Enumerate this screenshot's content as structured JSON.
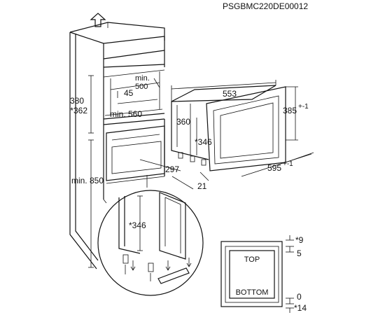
{
  "diagram": {
    "code": "PSGBMC220DE00012",
    "cabinet": {
      "height_opening": "380",
      "height_opening_alt": "*362",
      "min_width": "min. 560",
      "min_depth_a": "min.",
      "min_depth_b": "500",
      "gap": "45",
      "total_height": "min. 850"
    },
    "appliance": {
      "depth": "553",
      "height": "385",
      "height_tol": "+-1",
      "front_height": "360",
      "inner_height": "*346",
      "width": "595",
      "width_tol": "+-1",
      "bracket_offset": "297",
      "trim": "21"
    },
    "detail": {
      "inner_height": "*346"
    },
    "front_view": {
      "top_label": "TOP",
      "bottom_label": "BOTTOM",
      "top_gap": "*9",
      "top_offset": "5",
      "bottom_offset": "0",
      "bottom_gap": "*14"
    }
  }
}
